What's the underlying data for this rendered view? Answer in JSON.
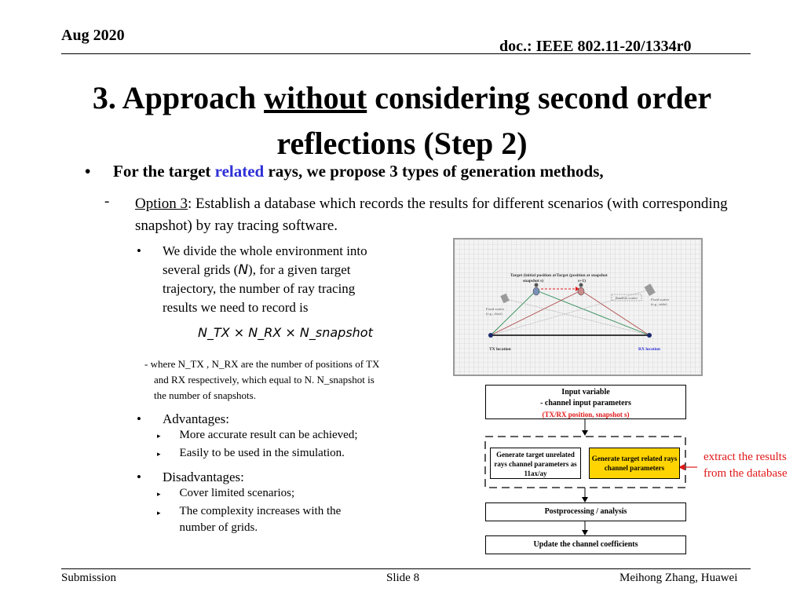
{
  "header": {
    "date": "Aug 2020",
    "doc": "doc.: IEEE 802.11-20/1334r0"
  },
  "title": {
    "part1": "3. Approach ",
    "emph": "without",
    "part2": " considering second order",
    "line2": "reflections (Step 2)"
  },
  "bullet1": {
    "pre": "For the target ",
    "accent": "related",
    "post": " rays, we propose 3 types of generation methods,"
  },
  "option": {
    "dash": "-",
    "label": "Option 3",
    "text": ": Establish a database which records the results for different scenarios (with corresponding snapshot) by ray tracing software."
  },
  "grid_bullet": {
    "line1": "We divide the whole environment into",
    "line2a": "several grids (",
    "line2sym": "N",
    "line2b": "), for a given target",
    "line3": "trajectory, the number of ray tracing",
    "line4": "results we need to record is",
    "formula": "N_TX × N_RX × N_snapshot"
  },
  "where_note": {
    "line1": "- where N_TX , N_RX are the number of positions of TX",
    "line2": "and RX respectively, which equal to N.  N_snapshot is",
    "line3": "the number of snapshots."
  },
  "advantages": {
    "heading": "Advantages:",
    "items": [
      "More accurate result can be achieved;",
      "Easily to be used in the simulation."
    ]
  },
  "disadvantages": {
    "heading": "Disadvantages:",
    "items": [
      "Cover limited scenarios;",
      "The complexity increases with the number of grids."
    ]
  },
  "figure": {
    "target_label_1": "Target (initial position at snapshot s)",
    "target_label_2": "Target (position at snapshot s+1)",
    "fixed_scatter_left": "Fixed scatter (e.g., chair)",
    "fixed_scatter_right": "Fixed scatter (e.g., table)",
    "random_scatter": "Random scatter",
    "tx_label": "TX location",
    "rx_label": "RX location"
  },
  "flow": {
    "input_line1": "Input variable",
    "input_line2": "- channel input parameters",
    "input_line3": "(TX/RX position,  snapshot s)",
    "unrelated": "Generate target unrelated rays channel parameters as 11ax/ay",
    "related": "Generate target related rays channel parameters",
    "postprocessing": "Postprocessing / analysis",
    "update": "Update the channel coefficients",
    "extract_line1": "extract the results",
    "extract_line2": "from the database"
  },
  "colors": {
    "accent_blue": "#2f2fd8",
    "highlight_yellow": "#ffd400",
    "note_red": "#e01818"
  },
  "footer": {
    "left": "Submission",
    "middle": "Slide 8",
    "right": "Meihong Zhang, Huawei"
  }
}
